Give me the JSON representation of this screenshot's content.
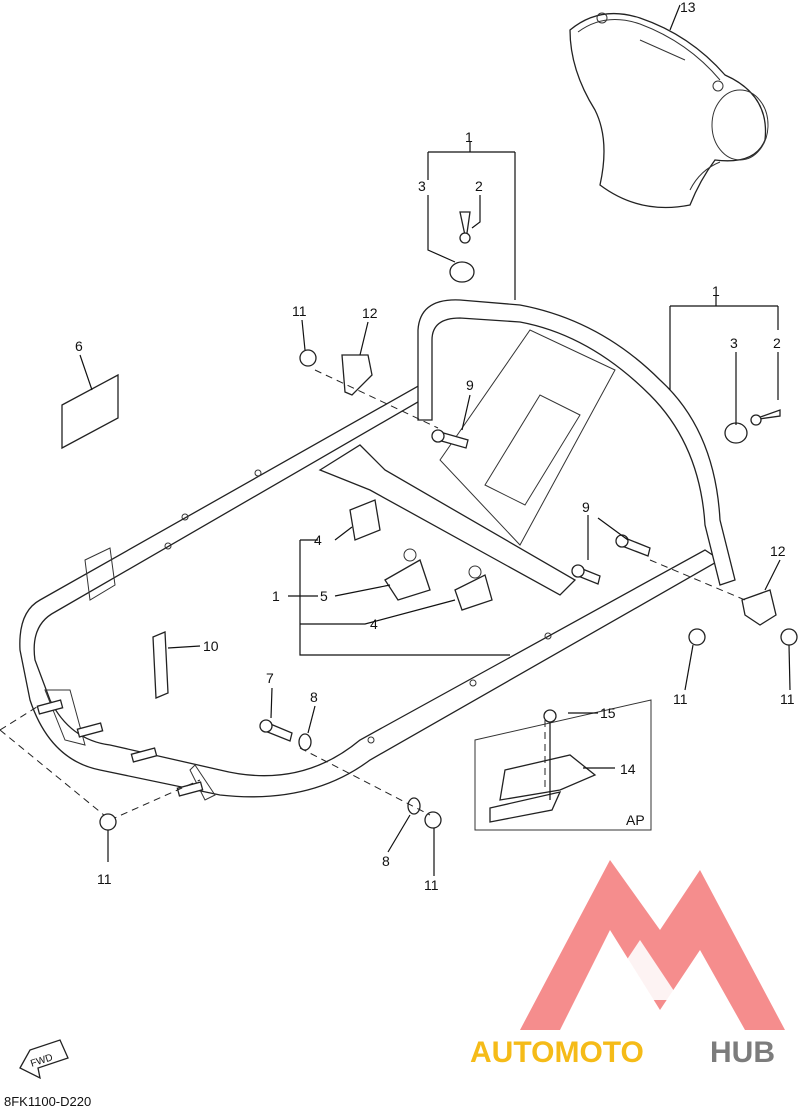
{
  "callouts": {
    "n1": "1",
    "n2": "2",
    "n3": "3",
    "n4": "4",
    "n5": "5",
    "n6": "6",
    "n7": "7",
    "n8": "8",
    "n9": "9",
    "n10": "10",
    "n11": "11",
    "n12": "12",
    "n13": "13",
    "n14": "14",
    "n15": "15"
  },
  "inset_label": "AP",
  "fwd_arrow_text": "FWD",
  "diagram_code": "8FK1100-D220",
  "watermark": {
    "brand_part1": "AUTOMOTO",
    "brand_part2": "HUB",
    "color_primary": "#f26b6b",
    "color_secondary": "#f5b400",
    "color_dark": "#6e6e6e"
  }
}
